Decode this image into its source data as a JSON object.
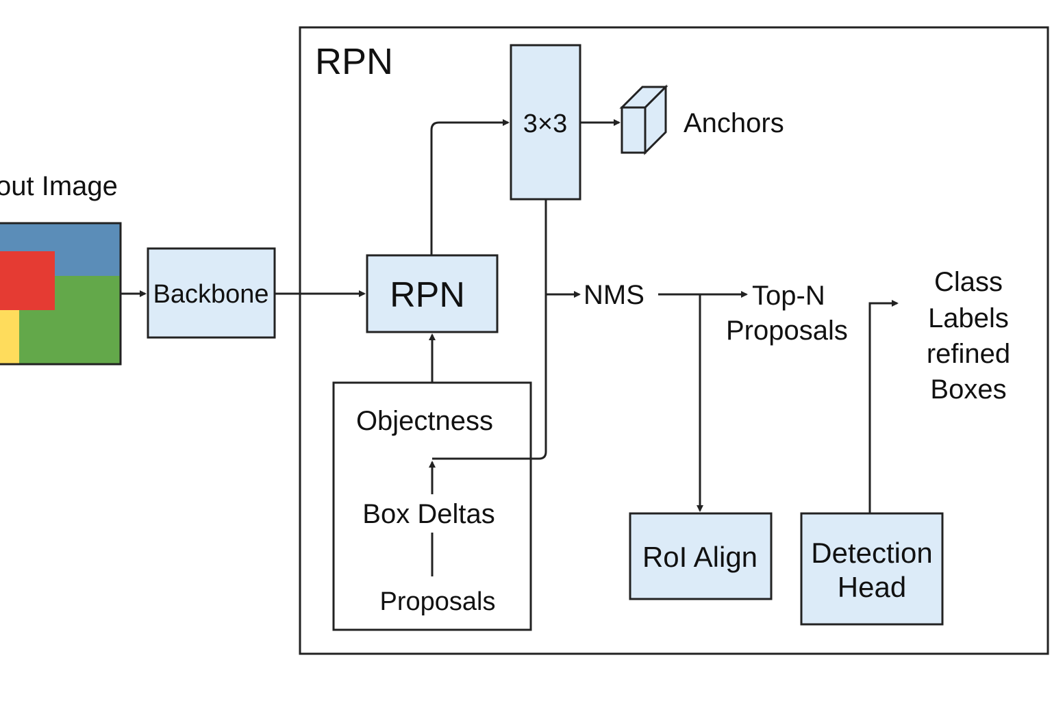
{
  "colors": {
    "node_fill": "#dcebf8",
    "stroke": "#222222",
    "background": "#ffffff",
    "image_blue": "#5b8db8",
    "image_red": "#e53b33",
    "image_green": "#63a84a",
    "image_yellow": "#fedc5c"
  },
  "input": {
    "label": "out Image"
  },
  "container": {
    "title": "RPN"
  },
  "nodes": {
    "backbone": "Backbone",
    "rpn": "RPN",
    "conv": "3×3",
    "anchors": "Anchors",
    "nms": "NMS",
    "topn_line1": "Top-N",
    "topn_line2": "Proposals",
    "roi_align": "RoI Align",
    "detection_line1": "Detection",
    "detection_line2": "Head",
    "output_line1": "Class",
    "output_line2": "Labels",
    "output_line3": "refined",
    "output_line4": "Boxes"
  },
  "outputs_box": {
    "objectness": "Objectness",
    "box_deltas": "Box Deltas",
    "proposals": "Proposals"
  }
}
